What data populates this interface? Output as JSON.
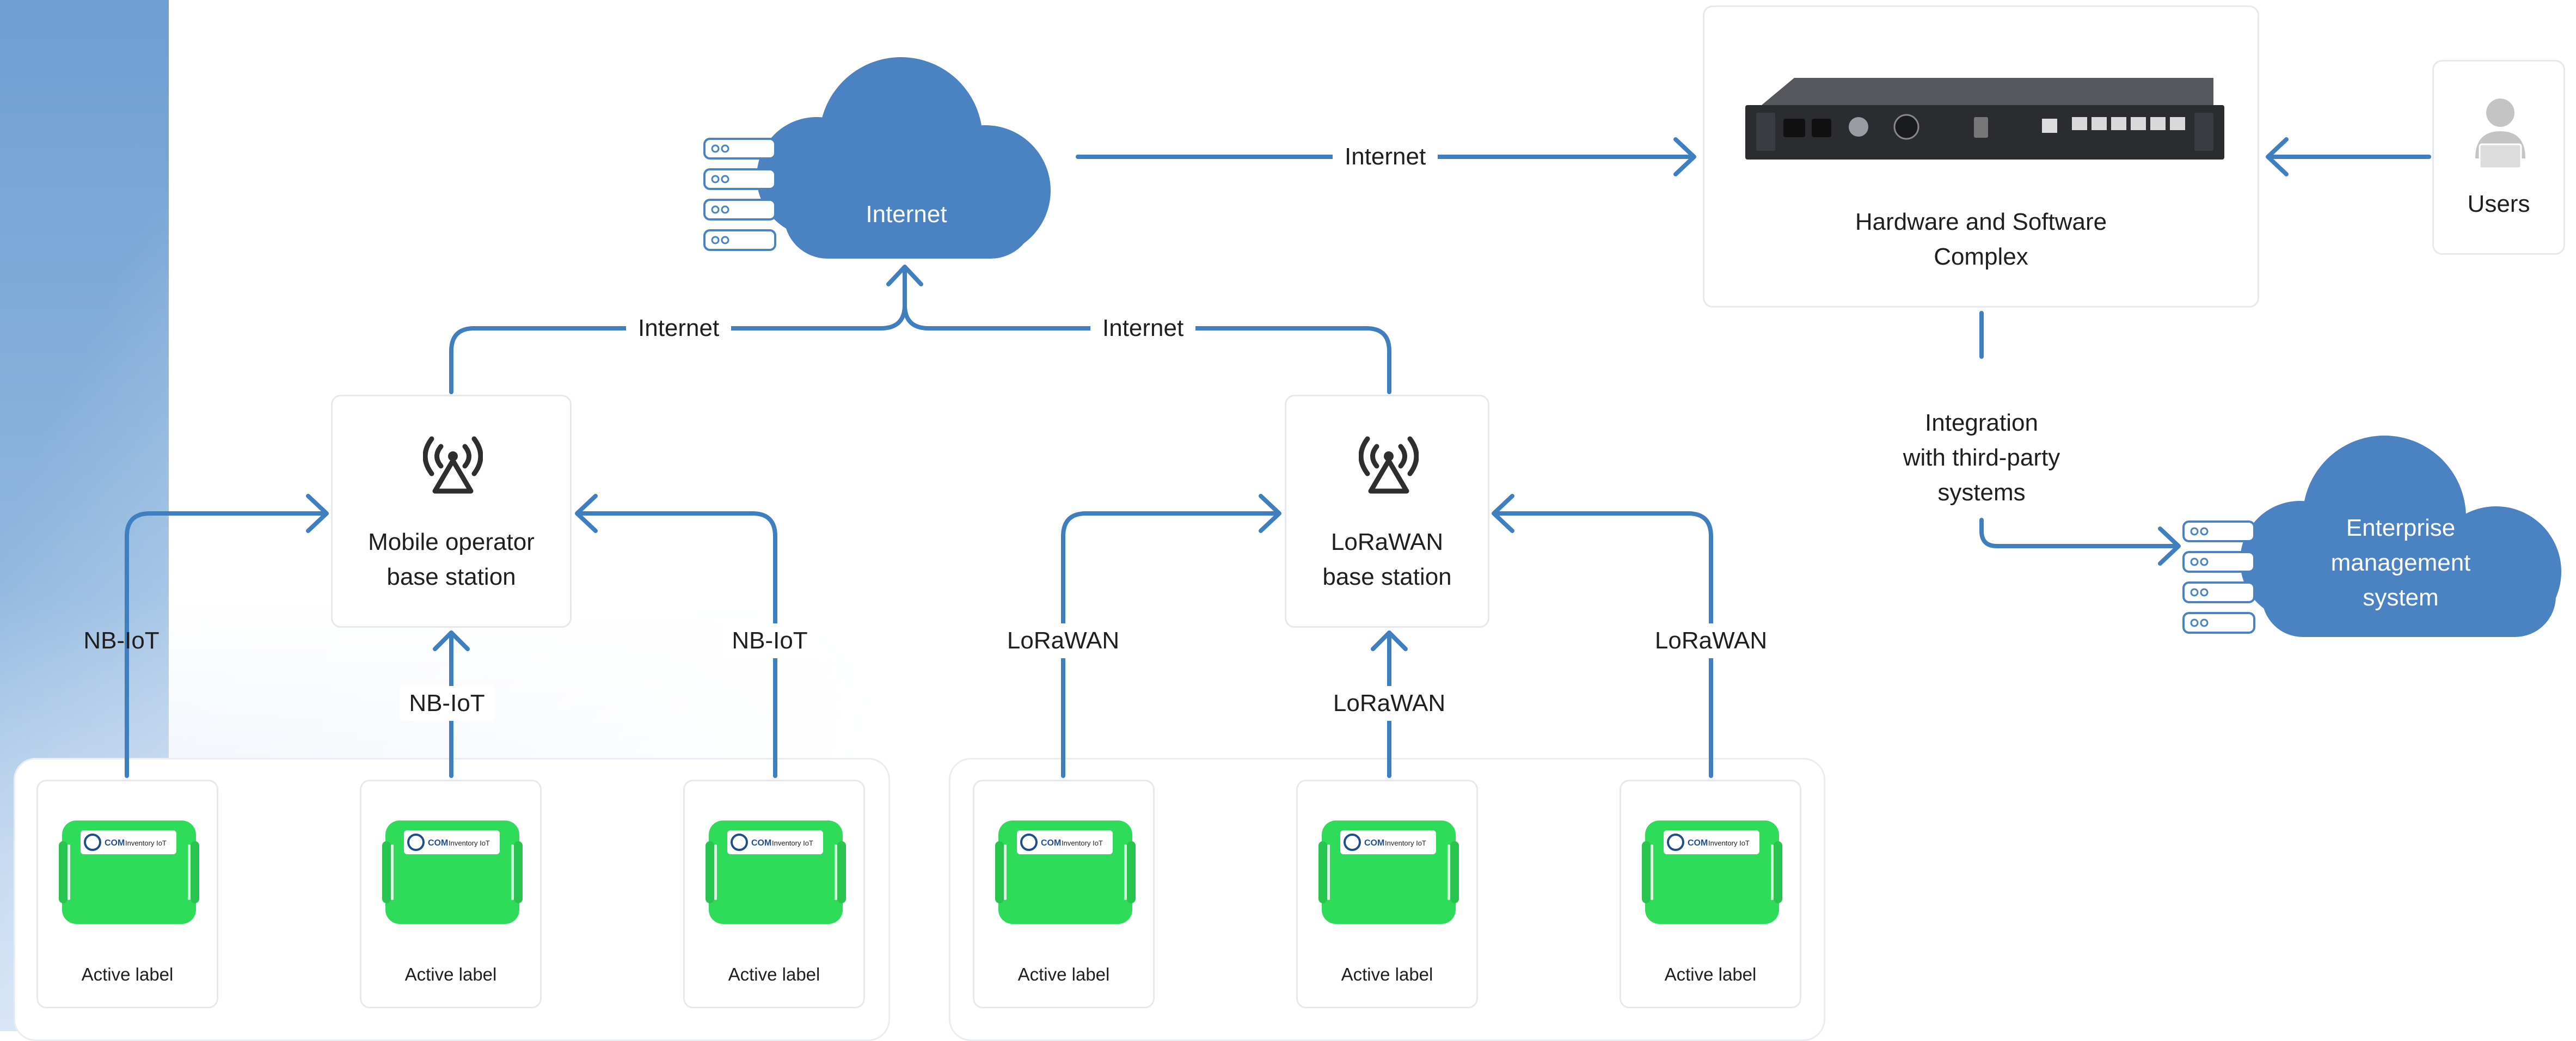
{
  "colors": {
    "accent": "#3f7fbf",
    "cloud": "#4a82c2",
    "tag_green": "#2fdc59"
  },
  "clouds": {
    "internet": {
      "label": "Internet"
    },
    "enterprise": {
      "label_lines": [
        "Enterprise",
        "management",
        "system"
      ]
    }
  },
  "hardware": {
    "title_lines": [
      "Hardware and Software",
      "Complex"
    ]
  },
  "users": {
    "label": "Users",
    "icon": "user-laptop-icon"
  },
  "links": {
    "internet_top": "Internet",
    "internet_left": "Internet",
    "internet_right": "Internet",
    "integration_lines": [
      "Integration",
      "with third-party",
      "systems"
    ]
  },
  "stations": {
    "mobile": {
      "title_lines": [
        "Mobile operator",
        "base station"
      ],
      "icon": "antenna-icon"
    },
    "lorawan": {
      "title_lines": [
        "LoRaWAN",
        "base station"
      ],
      "icon": "antenna-icon"
    }
  },
  "protocols": {
    "nb_left": "NB-IoT",
    "nb_center": "NB-IoT",
    "nb_right": "NB-IoT",
    "lora_left": "LoRaWAN",
    "lora_center": "LoRaWAN",
    "lora_right": "LoRaWAN"
  },
  "tags": [
    {
      "label": "Active label",
      "brand": "COM",
      "product": "Inventory IoT"
    },
    {
      "label": "Active label",
      "brand": "COM",
      "product": "Inventory IoT"
    },
    {
      "label": "Active label",
      "brand": "COM",
      "product": "Inventory IoT"
    },
    {
      "label": "Active label",
      "brand": "COM",
      "product": "Inventory IoT"
    },
    {
      "label": "Active label",
      "brand": "COM",
      "product": "Inventory IoT"
    },
    {
      "label": "Active label",
      "brand": "COM",
      "product": "Inventory IoT"
    }
  ]
}
